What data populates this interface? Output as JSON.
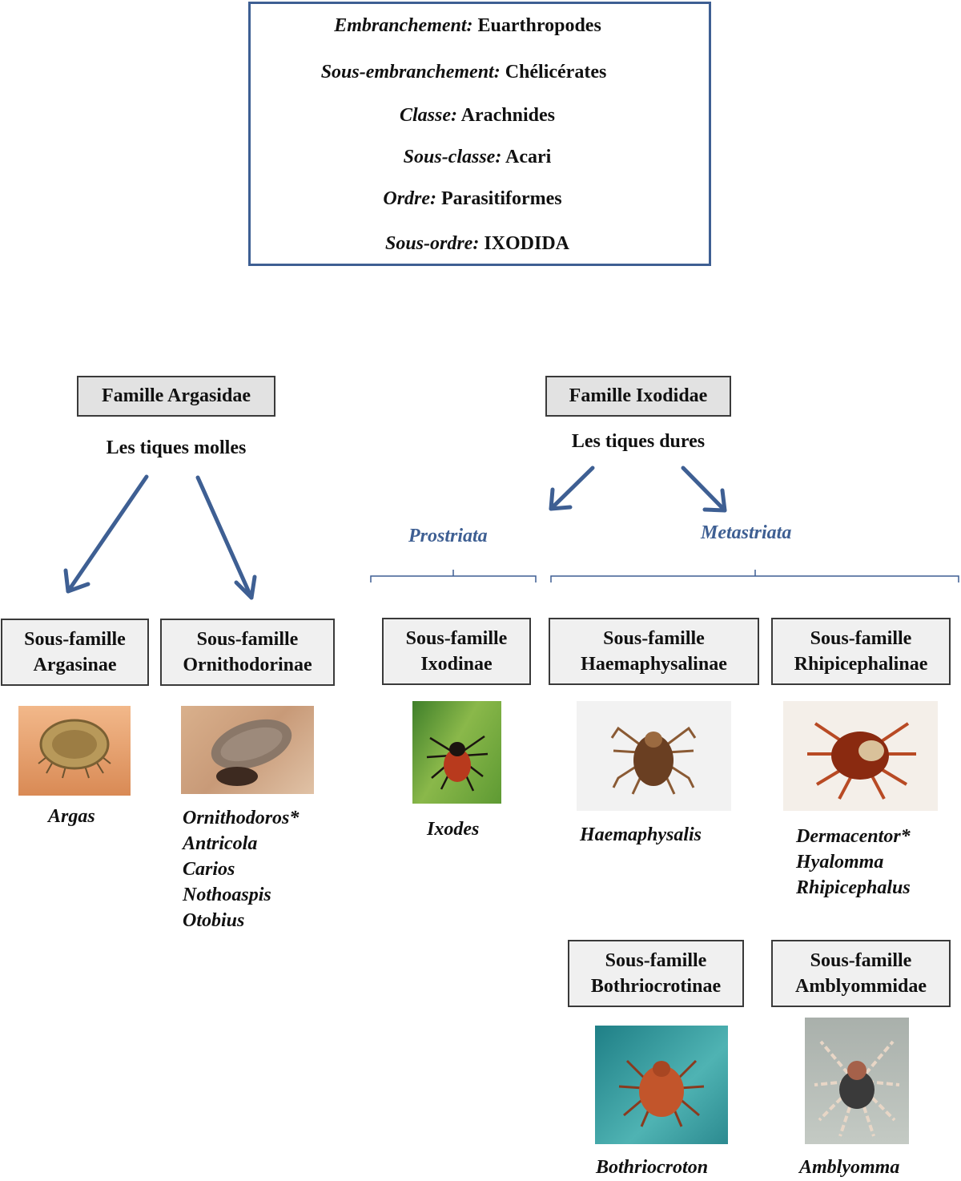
{
  "taxonomy": {
    "lines": [
      {
        "key": "Embranchement:",
        "value": "Euarthropodes"
      },
      {
        "key": "Sous-embranchement:",
        "value": "Chélicérates"
      },
      {
        "key": "Classe:",
        "value": "Arachnides"
      },
      {
        "key": "Sous-classe:",
        "value": "Acari"
      },
      {
        "key": "Ordre:",
        "value": "Parasitiformes"
      },
      {
        "key": "Sous-ordre:",
        "value": "IXODIDA"
      }
    ]
  },
  "families": {
    "argasidae": {
      "title": "Famille Argasidae",
      "common": "Les tiques molles"
    },
    "ixodidae": {
      "title": "Famille Ixodidae",
      "common": "Les tiques dures"
    }
  },
  "groups": {
    "prostriata": "Prostriata",
    "metastriata": "Metastriata"
  },
  "subfamilies": {
    "argasinae": {
      "line1": "Sous-famille",
      "line2": "Argasinae",
      "genera": [
        "Argas"
      ]
    },
    "ornithodorinae": {
      "line1": "Sous-famille",
      "line2": "Ornithodorinae",
      "genera": [
        "Ornithodoros*",
        "Antricola",
        "Carios",
        "Nothoaspis",
        "Otobius"
      ]
    },
    "ixodinae": {
      "line1": "Sous-famille",
      "line2": "Ixodinae",
      "genera": [
        "Ixodes"
      ]
    },
    "haemaphysalinae": {
      "line1": "Sous-famille",
      "line2": "Haemaphysalinae",
      "genera": [
        "Haemaphysalis"
      ]
    },
    "rhipicephalinae": {
      "line1": "Sous-famille",
      "line2": "Rhipicephalinae",
      "genera": [
        "Dermacentor*",
        "Hyalomma",
        "Rhipicephalus"
      ]
    },
    "bothriocrotinae": {
      "line1": "Sous-famille",
      "line2": "Bothriocrotinae",
      "genera": [
        "Bothriocroton"
      ]
    },
    "amblyommidae": {
      "line1": "Sous-famille",
      "line2": "Amblyommidae",
      "genera": [
        "Amblyomma"
      ]
    }
  },
  "colors": {
    "accent": "#3e5f93",
    "box_fill": "#e2e2e2",
    "sub_fill": "#f0f0f0"
  }
}
